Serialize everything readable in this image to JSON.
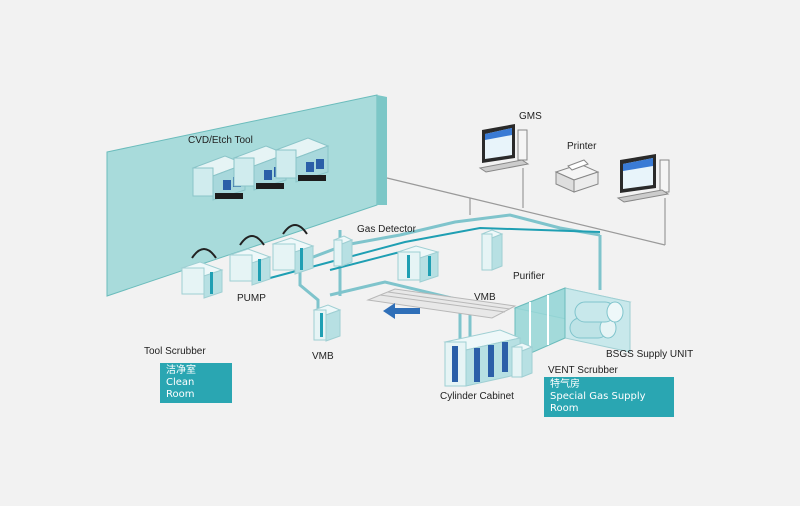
{
  "colors": {
    "background": "#f2f2f2",
    "wall": "#8fd3d3",
    "wall_edge": "#6bbcbc",
    "equipment_light": "#e6f4f5",
    "equipment_dark": "#9fcfd3",
    "pipe": "#7fc4cc",
    "pipe_accent": "#1f9fb3",
    "flow_arrow": "#2f6fb8",
    "badge": "#2aa6b2",
    "badge_text": "#ffffff",
    "label_text": "#222222"
  },
  "labels": {
    "cvd_etch_tool": "CVD/Etch Tool",
    "gms": "GMS",
    "printer": "Printer",
    "gas_detector": "Gas Detector",
    "pump": "PUMP",
    "purifier": "Purifier",
    "vmb_center": "VMB",
    "vmb_lower": "VMB",
    "tool_scrubber": "Tool Scrubber",
    "bsgs_supply_unit": "BSGS Supply UNIT",
    "vent_scrubber": "VENT Scrubber",
    "cylinder_cabinet": "Cylinder Cabinet"
  },
  "badges": {
    "clean_room": {
      "zh": "洁净室",
      "en": "Clean Room"
    },
    "special_gas_room": {
      "zh": "特气房",
      "en": "Special Gas Supply Room"
    }
  },
  "icons": {
    "computer": "monitor-computer-icon",
    "printer": "printer-icon",
    "flow": "flow-arrow-icon"
  }
}
